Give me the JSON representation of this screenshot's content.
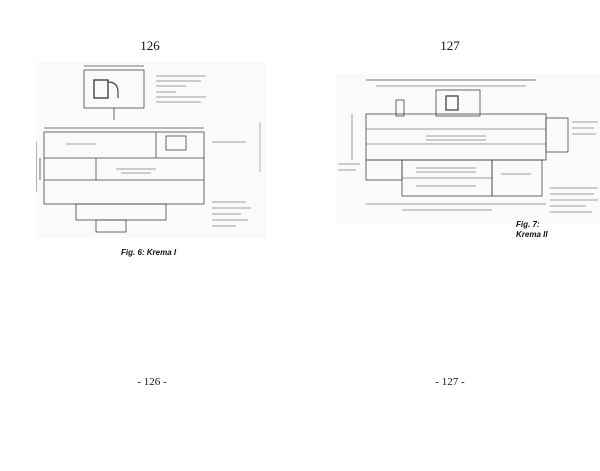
{
  "left_page": {
    "header": "126",
    "footer": "- 126 -",
    "caption": "Fig. 6: Krema I"
  },
  "right_page": {
    "header": "127",
    "footer": "- 127 -",
    "caption_line1": "Fig. 7:",
    "caption_line2": "Krema II"
  }
}
